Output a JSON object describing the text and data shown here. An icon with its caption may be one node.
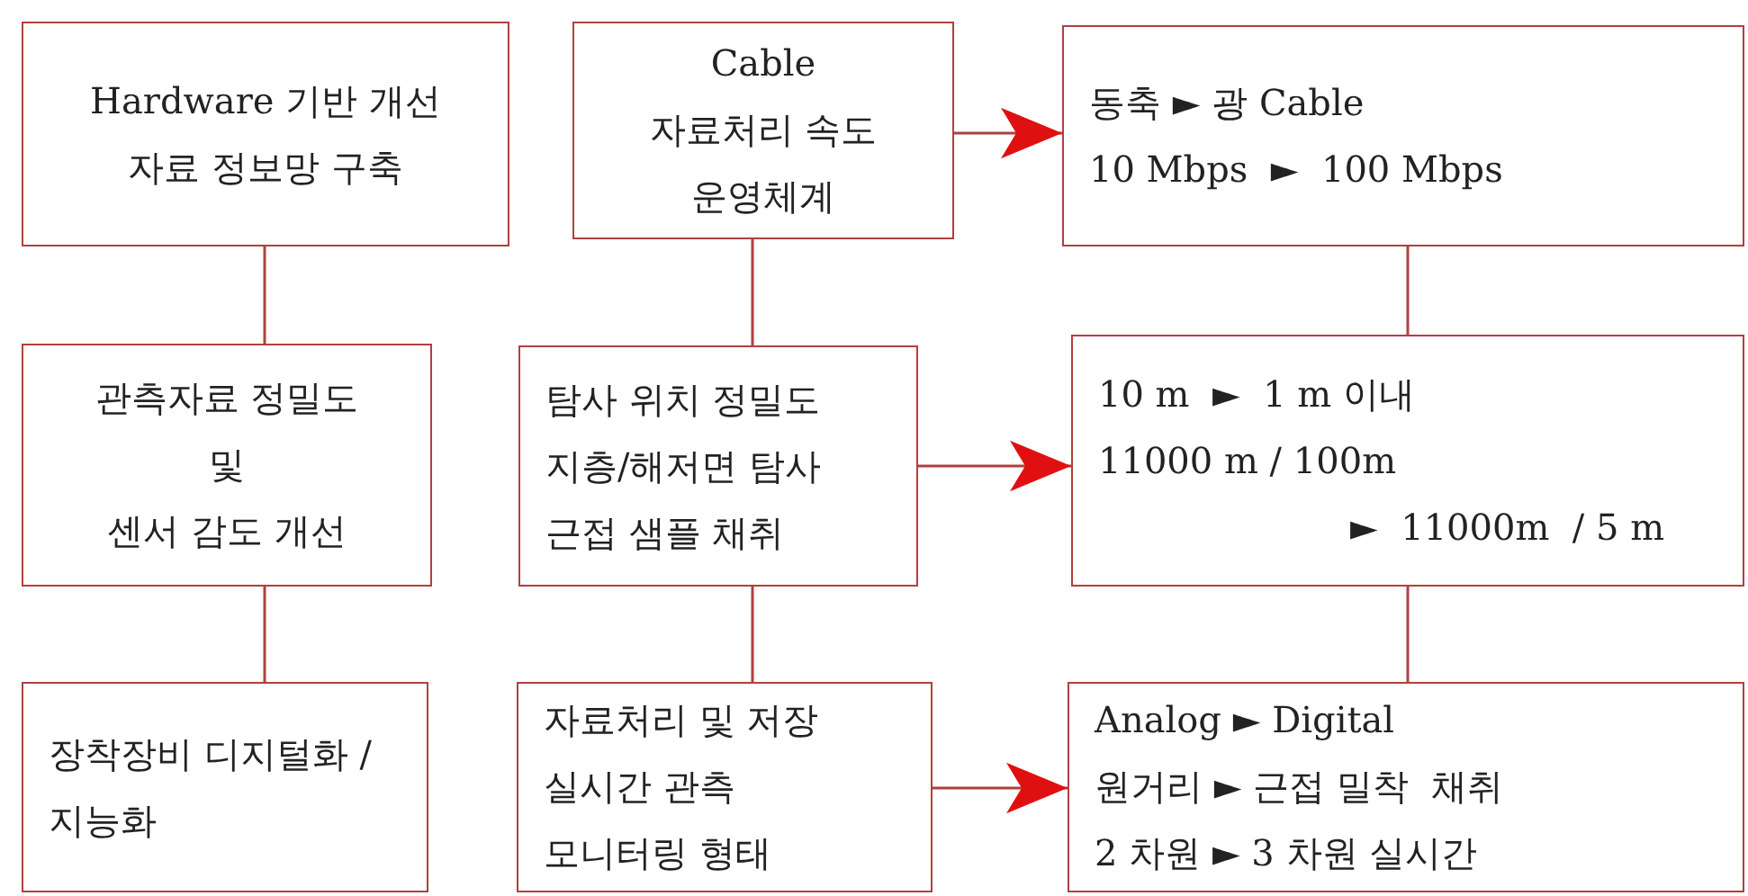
{
  "diagram": {
    "nodes": [
      {
        "text": [
          "Hardware 기반 개선",
          "자료 정보망 구축"
        ]
      },
      {
        "text": [
          "Cable",
          "자료처리 속도",
          "운영체계"
        ]
      },
      {
        "text": [
          "동축 ► 광 Cable",
          "10 Mbps  ►  100 Mbps"
        ]
      },
      {
        "text": [
          "관측자료 정밀도",
          "및",
          "센서 감도 개선"
        ]
      },
      {
        "text": [
          "탐사 위치 정밀도",
          "지층/해저면 탐사",
          "근접 샘플 채취"
        ]
      },
      {
        "text": [
          "10 m  ►  1 m 이내",
          "11000 m / 100m",
          "►  11000m  / 5 m"
        ]
      },
      {
        "text": [
          "장착장비  디지털화 / 지능화"
        ]
      },
      {
        "text": [
          "자료처리 및 저장",
          "실시간 관측",
          "모니터링 형태"
        ]
      },
      {
        "text": [
          "Analog ► Digital",
          "원거리 ► 근접 밀착  채취",
          "2 차원 ► 3 차원 실시간"
        ]
      }
    ],
    "edges": [
      {
        "from": 0,
        "to": 3,
        "arrow": "none"
      },
      {
        "from": 3,
        "to": 6,
        "arrow": "none"
      },
      {
        "from": 1,
        "to": 4,
        "arrow": "none"
      },
      {
        "from": 4,
        "to": 7,
        "arrow": "none"
      },
      {
        "from": 2,
        "to": 5,
        "arrow": "none"
      },
      {
        "from": 5,
        "to": 8,
        "arrow": "none"
      },
      {
        "from": 1,
        "to": 2,
        "arrow": "to"
      },
      {
        "from": 4,
        "to": 5,
        "arrow": "to"
      },
      {
        "from": 7,
        "to": 8,
        "arrow": "to"
      }
    ]
  }
}
